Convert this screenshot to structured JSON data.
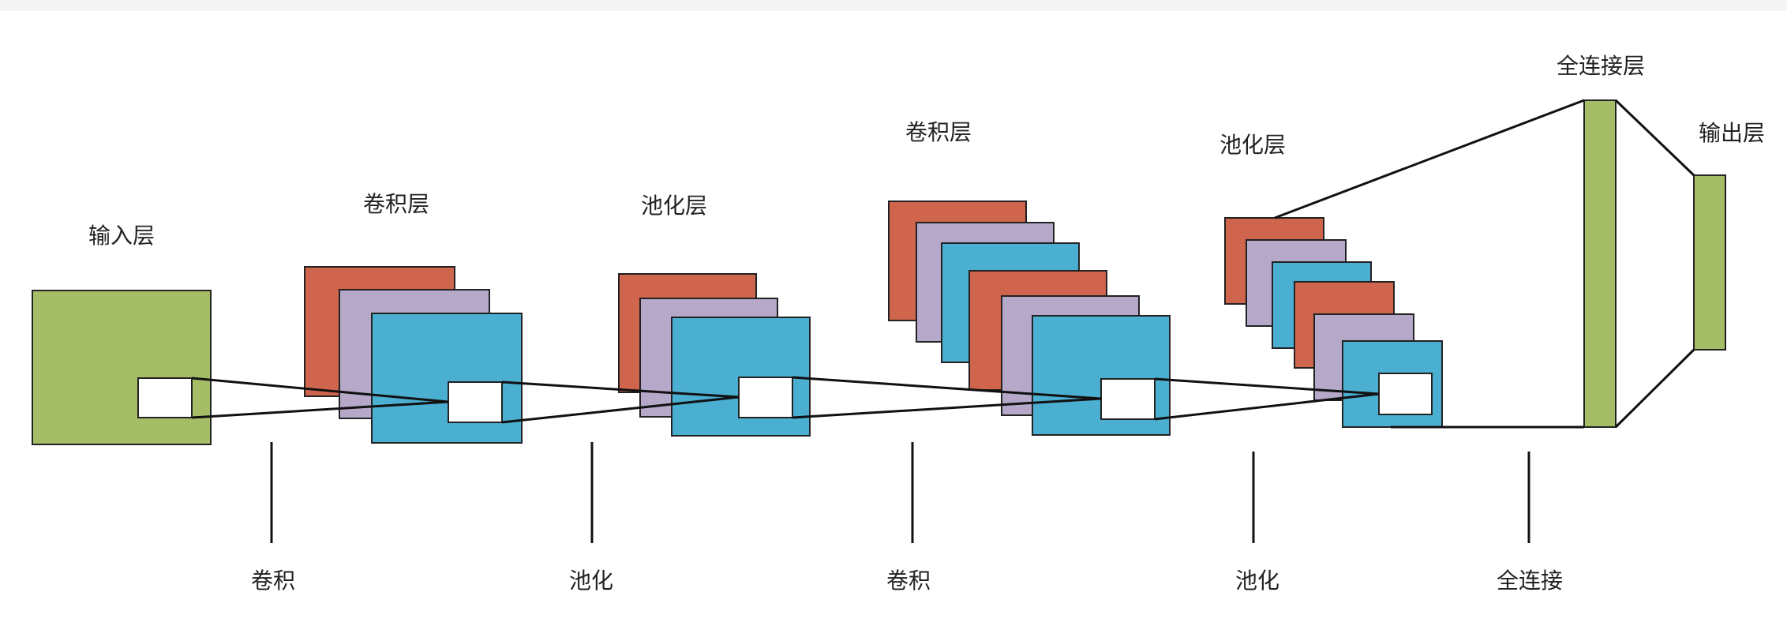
{
  "colors": {
    "green": "#a6bd67",
    "red": "#d0654d",
    "purple": "#b5a8c9",
    "blue": "#4bafd2",
    "white": "#ffffff"
  },
  "layer_labels": {
    "input": "输入层",
    "conv1": "卷积层",
    "pool1": "池化层",
    "conv2": "卷积层",
    "pool2": "池化层",
    "fc": "全连接层",
    "output": "输出层"
  },
  "operation_labels": {
    "conv1": "卷积",
    "pool1": "池化",
    "conv2": "卷积",
    "pool2": "池化",
    "fc": "全连接"
  }
}
